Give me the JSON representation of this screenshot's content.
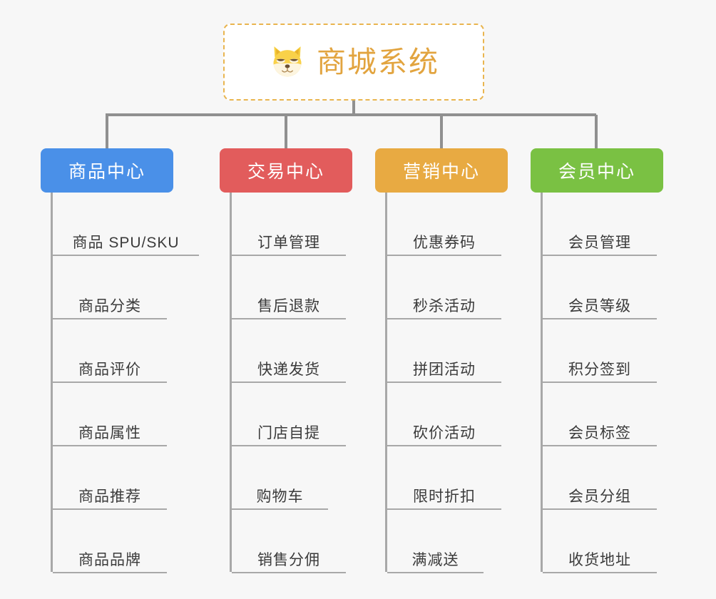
{
  "background_color": "#f7f7f7",
  "root": {
    "title": "商城系统",
    "icon": "shiba-inu-icon",
    "title_color": "#e2a43f",
    "border_color": "#e9b54f"
  },
  "connector_color": "#909090",
  "columns": [
    {
      "title": "商品中心",
      "color": "#4a90e8",
      "items": [
        "商品 SPU/SKU",
        "商品分类",
        "商品评价",
        "商品属性",
        "商品推荐",
        "商品品牌"
      ]
    },
    {
      "title": "交易中心",
      "color": "#e25c5c",
      "items": [
        "订单管理",
        "售后退款",
        "快递发货",
        "门店自提",
        "购物车",
        "销售分佣"
      ]
    },
    {
      "title": "营销中心",
      "color": "#e8aa42",
      "items": [
        "优惠券码",
        "秒杀活动",
        "拼团活动",
        "砍价活动",
        "限时折扣",
        "满减送"
      ]
    },
    {
      "title": "会员中心",
      "color": "#7ac143",
      "items": [
        "会员管理",
        "会员等级",
        "积分签到",
        "会员标签",
        "会员分组",
        "收货地址"
      ]
    }
  ]
}
